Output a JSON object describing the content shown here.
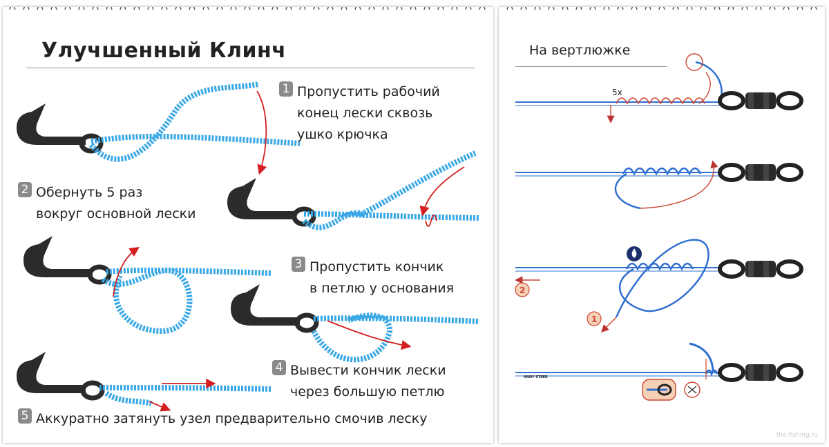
{
  "left": {
    "title": "Улучшенный Клинч",
    "steps": [
      {
        "num": "1",
        "lines": [
          "Пропустить рабочий",
          "конец лески сквозь",
          "ушко крючка"
        ]
      },
      {
        "num": "2",
        "lines": [
          "Обернуть 5 раз",
          "вокруг основной лески"
        ]
      },
      {
        "num": "3",
        "lines": [
          "Пропустить кончик",
          "в петлю у основания"
        ]
      },
      {
        "num": "4",
        "lines": [
          "Вывести кончик лески",
          "через большую петлю"
        ]
      },
      {
        "num": "5",
        "lines": [
          "Аккуратно затянуть узел предварительно смочив леску"
        ]
      }
    ]
  },
  "right": {
    "title": "На вертлюжке",
    "wraps_label": "5x",
    "marker_1": "1",
    "marker_2": "2",
    "signature": "ANDY STEER",
    "watermark": "the-fishing.ru"
  },
  "colors": {
    "line_left": "#3aa8e6",
    "line_right": "#2f6fd0",
    "hook": "#2b2b2b",
    "arrow": "#d42020",
    "step_badge": "#8a8a8a"
  },
  "icons": [
    "hook-icon",
    "swivel-icon",
    "water-drop-icon",
    "scissors-icon"
  ]
}
